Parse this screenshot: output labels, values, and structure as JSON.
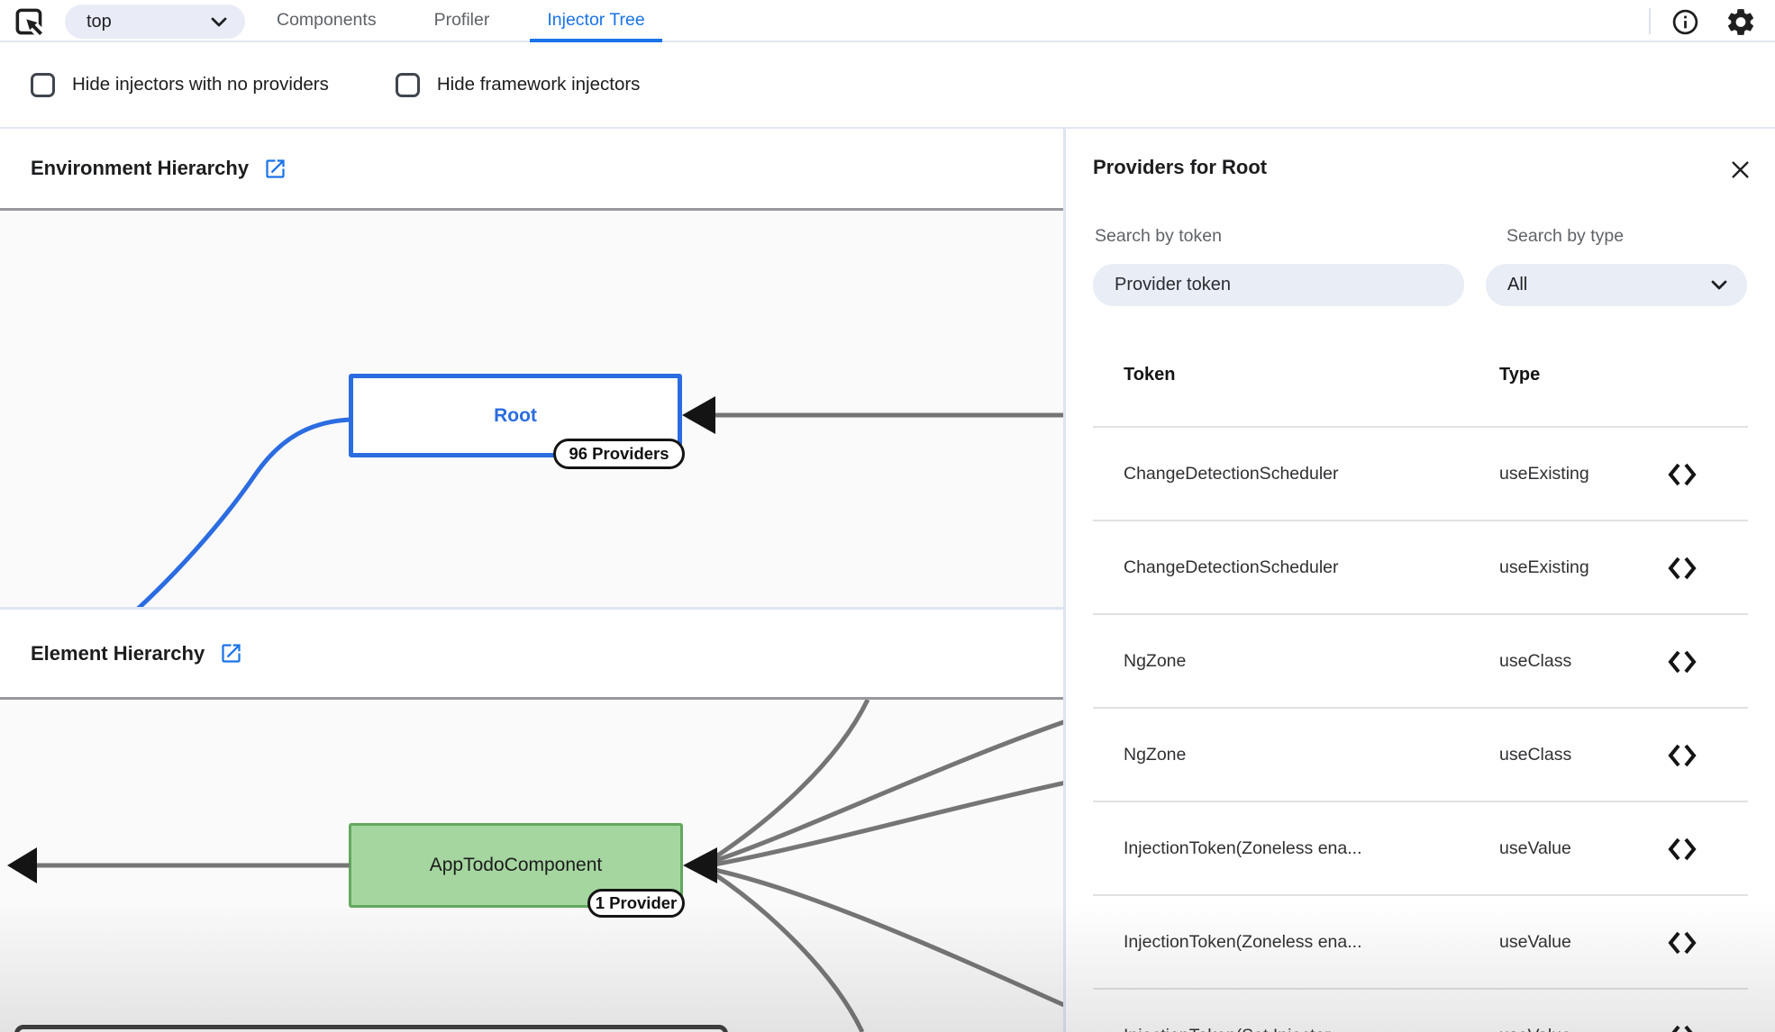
{
  "toolbar": {
    "frame_selector": {
      "value": "top"
    },
    "tabs": [
      {
        "label": "Components",
        "active": false
      },
      {
        "label": "Profiler",
        "active": false
      },
      {
        "label": "Injector Tree",
        "active": true
      }
    ]
  },
  "filters": {
    "hide_no_providers": {
      "label": "Hide injectors with no providers",
      "checked": false
    },
    "hide_framework": {
      "label": "Hide framework injectors",
      "checked": false
    }
  },
  "environment_hierarchy": {
    "title": "Environment Hierarchy",
    "node": {
      "label": "Root",
      "badge": "96 Providers"
    }
  },
  "element_hierarchy": {
    "title": "Element Hierarchy",
    "node": {
      "label": "AppTodoComponent",
      "badge": "1 Provider"
    }
  },
  "providers_panel": {
    "title": "Providers for Root",
    "search_by_token_label": "Search by token",
    "token_placeholder": "Provider token",
    "search_by_type_label": "Search by type",
    "type_value": "All",
    "columns": {
      "token": "Token",
      "type": "Type"
    },
    "rows": [
      {
        "token": "ChangeDetectionScheduler",
        "type": "useExisting"
      },
      {
        "token": "ChangeDetectionScheduler",
        "type": "useExisting"
      },
      {
        "token": "NgZone",
        "type": "useClass"
      },
      {
        "token": "NgZone",
        "type": "useClass"
      },
      {
        "token": "InjectionToken(Zoneless ena...",
        "type": "useValue"
      },
      {
        "token": "InjectionToken(Zoneless ena...",
        "type": "useValue"
      },
      {
        "token": "InjectionToken(Set Injector...",
        "type": "useValue"
      }
    ]
  },
  "colors": {
    "accent_blue": "#1a73e8",
    "node_selected_blue": "#2b6ce0",
    "element_node_green_fill": "#a5d6a0",
    "element_node_green_border": "#63a85e",
    "edge_gray": "#757575"
  }
}
